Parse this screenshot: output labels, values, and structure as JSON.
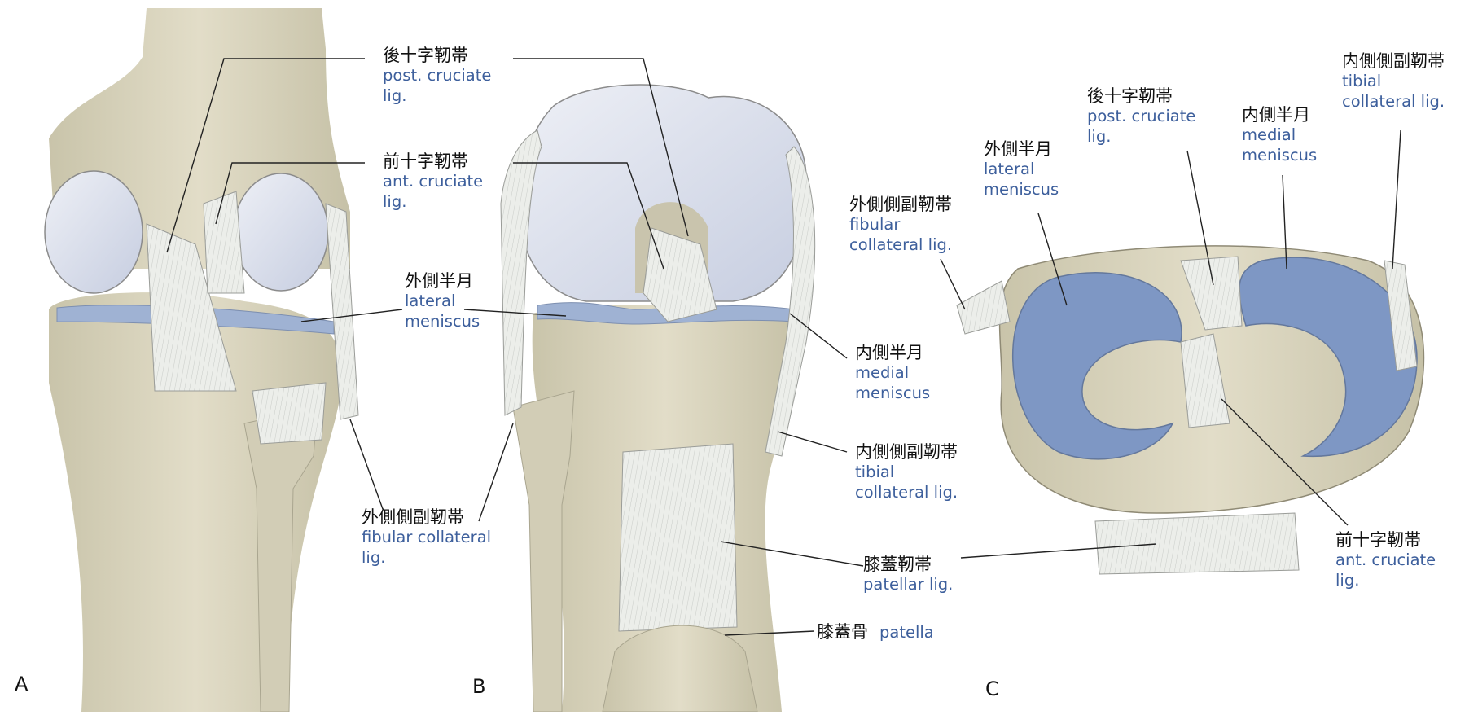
{
  "panels": {
    "a": {
      "letter": "A",
      "labels": {
        "post_cruciate": {
          "jp": "後十字靭帯",
          "en": [
            "post. cruciate",
            "lig."
          ]
        },
        "ant_cruciate": {
          "jp": "前十字靭帯",
          "en": [
            "ant. cruciate",
            "lig."
          ]
        },
        "lateral_meniscus": {
          "jp": "外側半月",
          "en": [
            "lateral",
            "meniscus"
          ]
        },
        "fibular_collateral": {
          "jp": "外側側副靭帯",
          "en": [
            "fibular collateral",
            "lig."
          ]
        }
      }
    },
    "b": {
      "letter": "B",
      "labels": {
        "fibular_collateral": {
          "jp": "外側側副靭帯",
          "en": [
            "fibular",
            "collateral lig."
          ]
        },
        "medial_meniscus": {
          "jp": "内側半月",
          "en": [
            "medial",
            "meniscus"
          ]
        },
        "tibial_collateral": {
          "jp": "内側側副靭帯",
          "en": [
            "tibial",
            "collateral lig."
          ]
        },
        "patellar_lig": {
          "jp": "膝蓋靭帯",
          "en": [
            "patellar lig."
          ]
        },
        "patella": {
          "jp": "膝蓋骨",
          "en": [
            "patella"
          ]
        }
      }
    },
    "c": {
      "letter": "C",
      "labels": {
        "lateral_meniscus": {
          "jp": "外側半月",
          "en": [
            "lateral",
            "meniscus"
          ]
        },
        "post_cruciate": {
          "jp": "後十字靭帯",
          "en": [
            "post. cruciate",
            "lig."
          ]
        },
        "medial_meniscus": {
          "jp": "内側半月",
          "en": [
            "medial",
            "meniscus"
          ]
        },
        "tibial_collateral": {
          "jp": "内側側副靭帯",
          "en": [
            "tibial",
            "collateral lig."
          ]
        },
        "ant_cruciate": {
          "jp": "前十字靭帯",
          "en": [
            "ant. cruciate",
            "lig."
          ]
        }
      }
    }
  },
  "colors": {
    "bone": "#d8d3bd",
    "bone_shade": "#c4bfa6",
    "cartilage": "#d6dbe8",
    "meniscus": "#7e97c4",
    "ligament": "#eef0ee",
    "line": "#222222",
    "english_text": "#3d5f9c"
  }
}
